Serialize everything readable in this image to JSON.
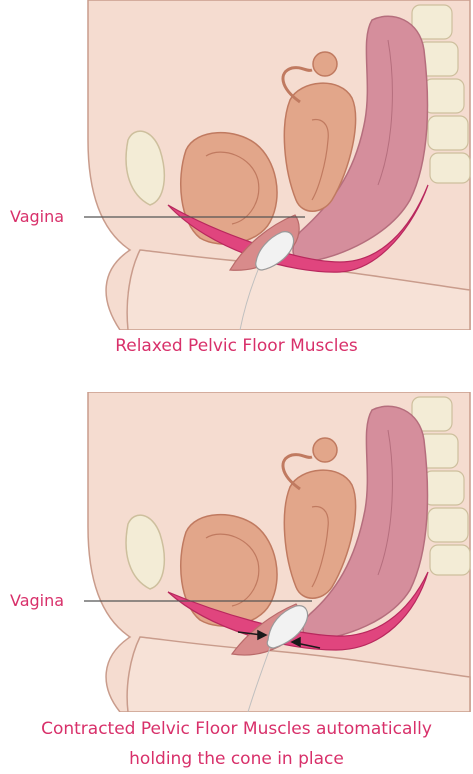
{
  "diagram": {
    "accent_color": "#d8306a",
    "panels": [
      {
        "id": "relaxed",
        "label": "Vagina",
        "caption_lines": [
          "Relaxed Pelvic Floor Muscles"
        ],
        "state": "relaxed"
      },
      {
        "id": "contracted",
        "label": "Vagina",
        "caption_lines": [
          "Contracted Pelvic Floor Muscles automatically",
          "holding the cone in place"
        ],
        "state": "contracted"
      }
    ]
  }
}
